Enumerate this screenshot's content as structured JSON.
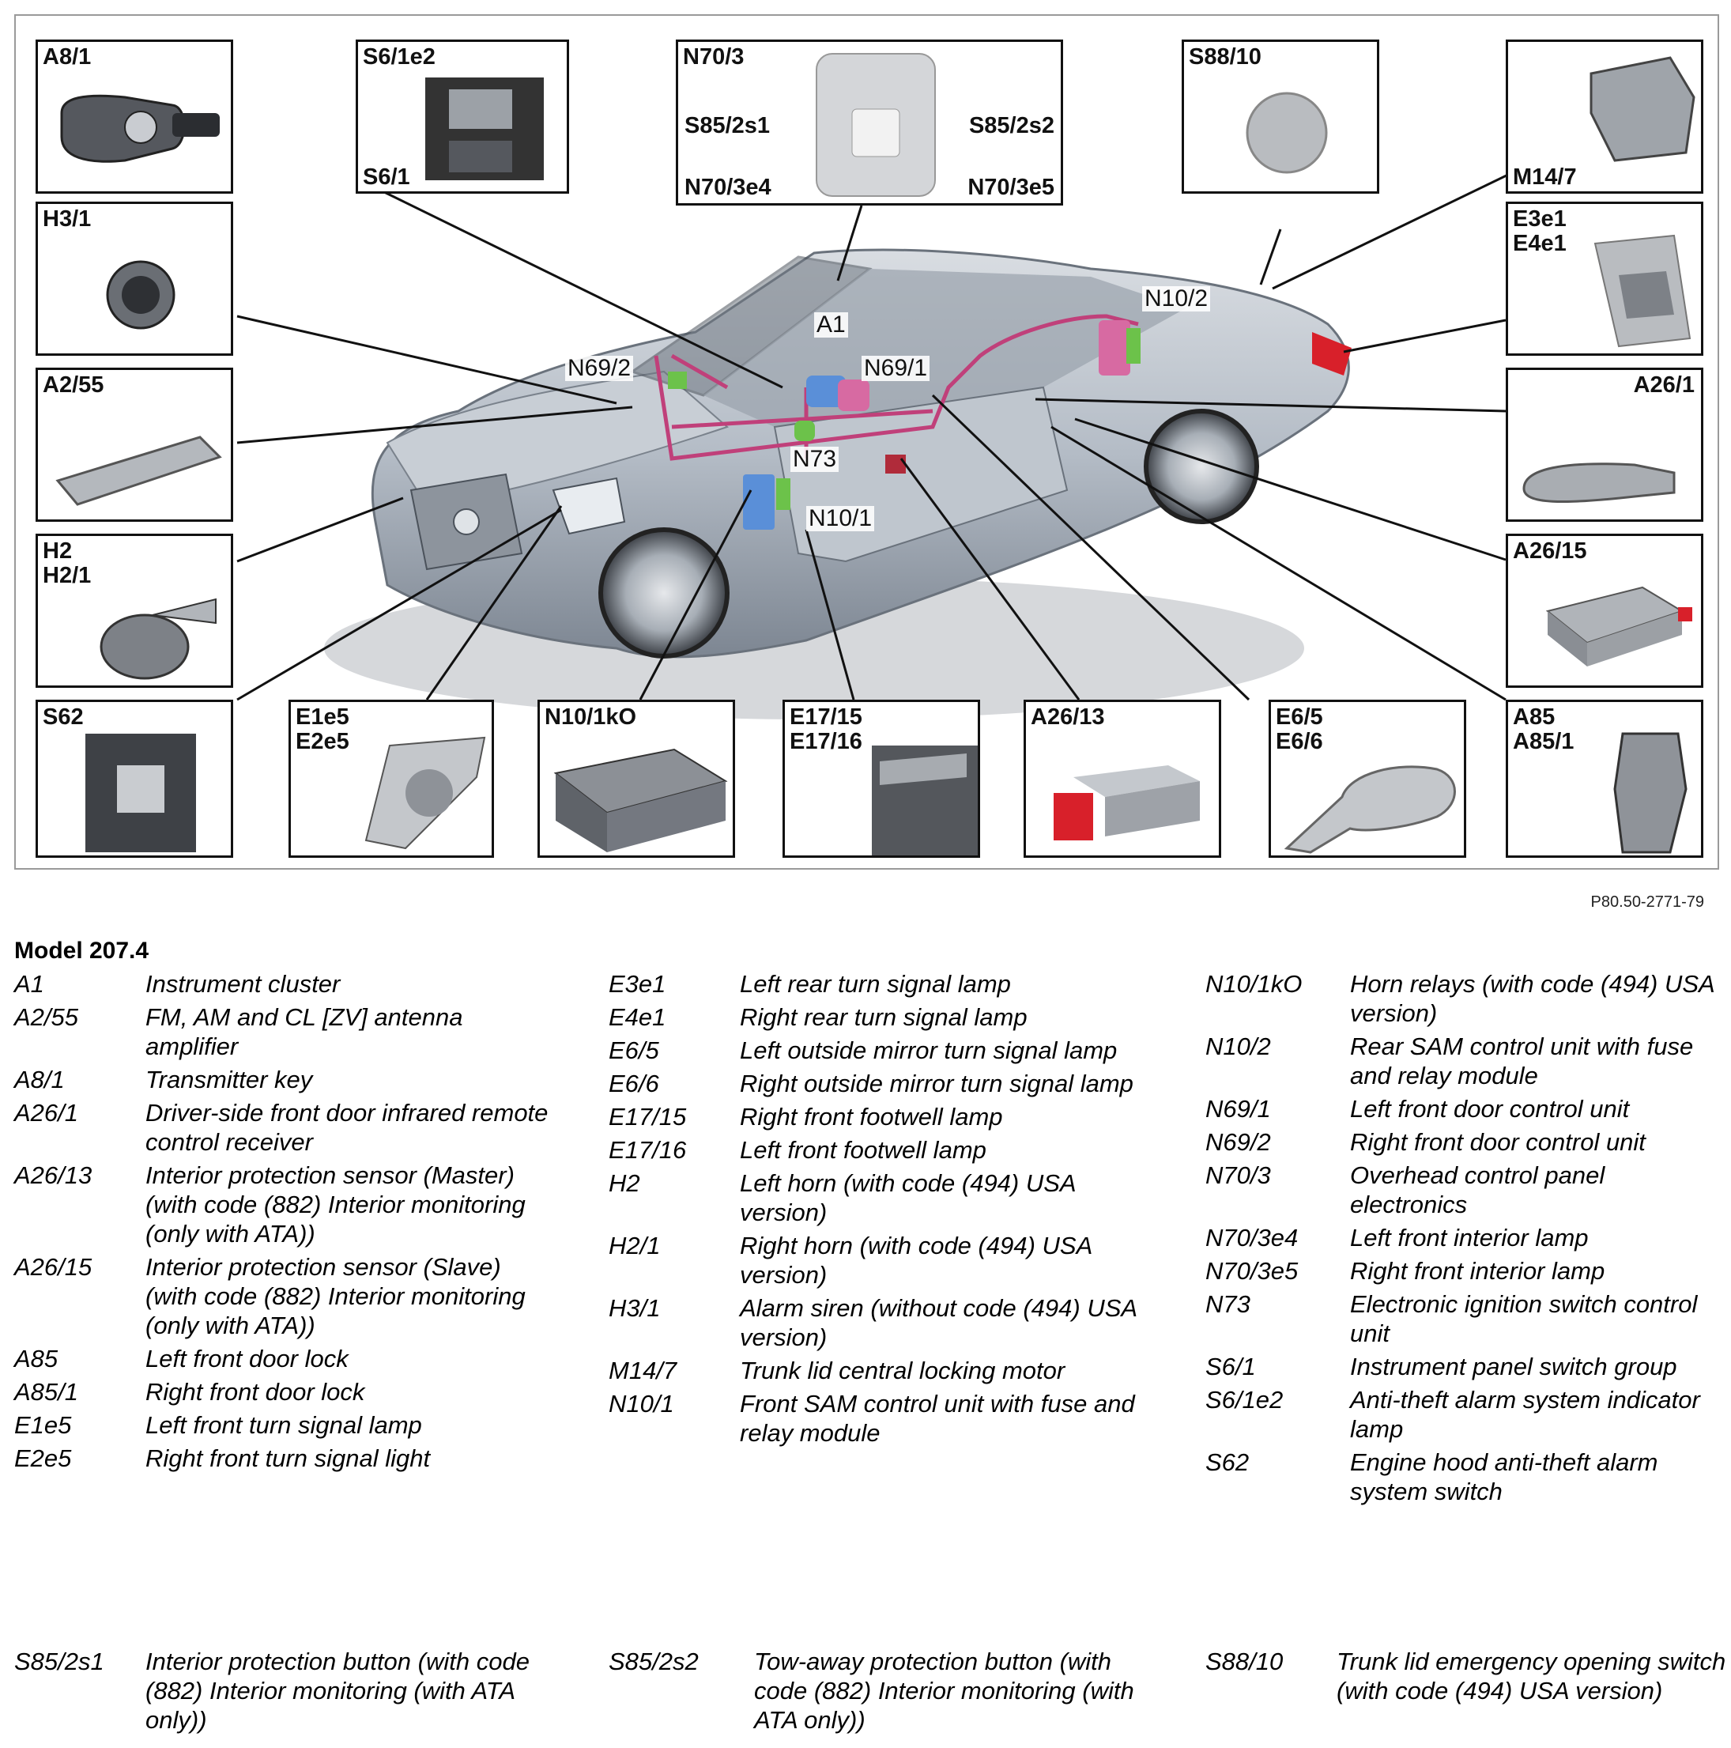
{
  "figure": {
    "reference": "P80.50-2771-79",
    "model_title": "Model 207.4",
    "boxes": {
      "A8_1": "A8/1",
      "S6_1e2": "S6/1e2",
      "S6_1": "S6/1",
      "N70_3": "N70/3",
      "S85_2s1": "S85/2s1",
      "S85_2s2": "S85/2s2",
      "N70_3e4": "N70/3e4",
      "N70_3e5": "N70/3e5",
      "S88_10": "S88/10",
      "M14_7": "M14/7",
      "H3_1": "H3/1",
      "E3e1_E4e1": "E3e1\nE4e1",
      "A2_55": "A2/55",
      "A26_1": "A26/1",
      "H2_H2_1": "H2\nH2/1",
      "A26_15": "A26/15",
      "S62": "S62",
      "E1e5_E2e5": "E1e5\nE2e5",
      "N10_1kO": "N10/1kO",
      "E17_15_E17_16": "E17/15\nE17/16",
      "A26_13": "A26/13",
      "E6_5_E6_6": "E6/5\nE6/6",
      "A85_A85_1": "A85\nA85/1"
    },
    "callouts": {
      "N10_2": "N10/2",
      "A1": "A1",
      "N69_2": "N69/2",
      "N69_1": "N69/1",
      "N73": "N73",
      "N10_1": "N10/1"
    },
    "colors": {
      "wiring": "#c0407a",
      "car_body": "#b4bcc6",
      "module_green": "#6cc24a",
      "module_blue": "#5a8fd8",
      "module_red": "#d8202a"
    }
  },
  "legend": {
    "col1": [
      {
        "code": "A1",
        "desc": "Instrument cluster"
      },
      {
        "code": "A2/55",
        "desc": "FM, AM and CL [ZV] antenna amplifier"
      },
      {
        "code": "A8/1",
        "desc": "Transmitter key"
      },
      {
        "code": "A26/1",
        "desc": "Driver-side front door infrared remote control receiver"
      },
      {
        "code": "A26/13",
        "desc": "Interior protection sensor (Master) (with code (882) Interior monitoring (only with ATA))"
      },
      {
        "code": "A26/15",
        "desc": "Interior protection sensor (Slave)\n(with code (882) Interior monitoring (only with ATA))"
      },
      {
        "code": "A85",
        "desc": "Left front door lock"
      },
      {
        "code": "A85/1",
        "desc": "Right front door lock"
      },
      {
        "code": "E1e5",
        "desc": "Left front turn signal lamp"
      },
      {
        "code": "E2e5",
        "desc": "Right front turn signal light"
      }
    ],
    "col2": [
      {
        "code": "E3e1",
        "desc": "Left rear turn signal lamp"
      },
      {
        "code": "E4e1",
        "desc": "Right rear turn signal lamp"
      },
      {
        "code": "E6/5",
        "desc": "Left outside mirror turn signal lamp"
      },
      {
        "code": "E6/6",
        "desc": "Right outside mirror turn signal lamp"
      },
      {
        "code": "E17/15",
        "desc": "Right front footwell lamp"
      },
      {
        "code": "E17/16",
        "desc": "Left front footwell lamp"
      },
      {
        "code": "H2",
        "desc": "Left horn (with code (494) USA version)"
      },
      {
        "code": "H2/1",
        "desc": "Right horn (with code (494) USA version)"
      },
      {
        "code": "H3/1",
        "desc": "Alarm siren (without code (494) USA version)"
      },
      {
        "code": "M14/7",
        "desc": "Trunk lid central locking motor"
      },
      {
        "code": "N10/1",
        "desc": "Front SAM control unit with fuse and relay module"
      }
    ],
    "col3": [
      {
        "code": "N10/1kO",
        "desc": "Horn relays (with code (494) USA version)"
      },
      {
        "code": "N10/2",
        "desc": "Rear SAM control unit with fuse and relay module"
      },
      {
        "code": "N69/1",
        "desc": "Left front door control unit"
      },
      {
        "code": "N69/2",
        "desc": "Right front door control unit"
      },
      {
        "code": "N70/3",
        "desc": "Overhead control panel electronics"
      },
      {
        "code": "N70/3e4",
        "desc": "Left front interior lamp"
      },
      {
        "code": "N70/3e5",
        "desc": "Right front interior lamp"
      },
      {
        "code": "N73",
        "desc": "Electronic ignition switch control unit"
      },
      {
        "code": "S6/1",
        "desc": "Instrument panel switch group"
      },
      {
        "code": "S6/1e2",
        "desc": "Anti-theft alarm system indicator lamp"
      },
      {
        "code": "S62",
        "desc": "Engine hood anti-theft alarm system switch"
      }
    ],
    "bottom": [
      {
        "code": "S85/2s1",
        "desc": "Interior protection button (with code (882) Interior monitoring (with ATA only))"
      },
      {
        "code": "S85/2s2",
        "desc": "Tow-away protection button (with code (882) Interior monitoring (with ATA only))"
      },
      {
        "code": "S88/10",
        "desc": "Trunk lid emergency opening switch (with code (494) USA version)"
      }
    ]
  }
}
